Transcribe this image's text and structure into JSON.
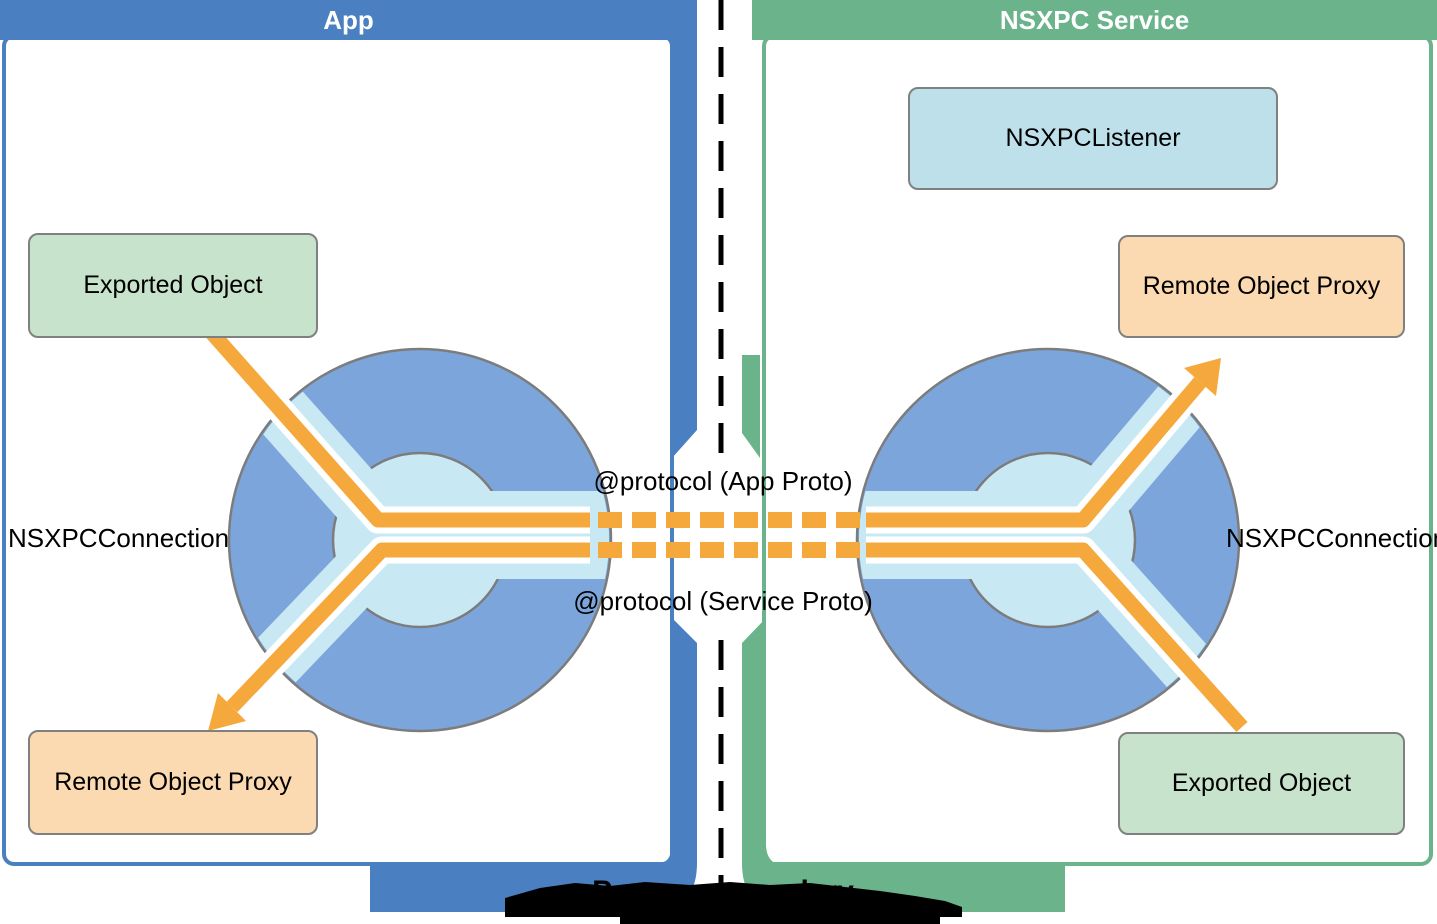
{
  "panels": {
    "app": {
      "title": "App",
      "accent_color": "#4A7FC1"
    },
    "service": {
      "title": "NSXPC Service",
      "accent_color": "#6BB38B"
    }
  },
  "nodes": {
    "app_exported_object": {
      "label": "Exported Object"
    },
    "app_remote_object_proxy": {
      "label": "Remote Object Proxy"
    },
    "nsxpc_listener": {
      "label": "NSXPCListener"
    },
    "service_remote_object_proxy": {
      "label": "Remote Object Proxy"
    },
    "service_exported_object": {
      "label": "Exported Object"
    }
  },
  "labels": {
    "app_connection": "NSXPCConnection",
    "service_connection": "NSXPCConnection",
    "protocol_app": "@protocol (App Proto)",
    "protocol_service": "@protocol (Service Proto)",
    "process_boundary": "Process boundary"
  },
  "colors": {
    "arrow_orange": "#F5A83C",
    "connection_circle_blue": "#7CA6DB",
    "channel_light_blue": "#C8E9F4",
    "node_green": "#C8E3CB",
    "node_peach": "#FBD9B1",
    "node_light_blue": "#BEE0EB",
    "outline_gray": "#7C7C7C",
    "boundary_dash_black": "#000000"
  }
}
